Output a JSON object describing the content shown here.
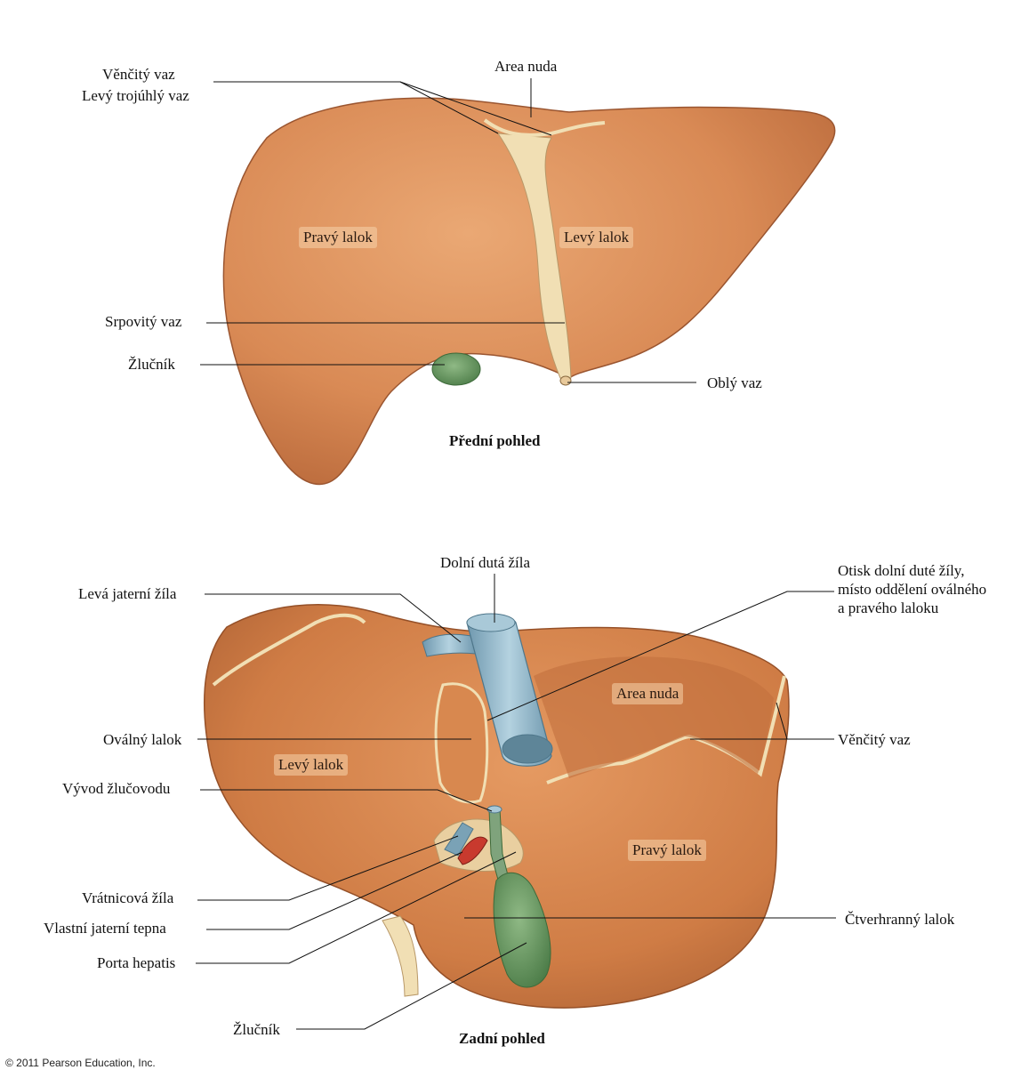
{
  "anterior": {
    "caption": "Přední pohled",
    "labels": {
      "coronary": "Věnčitý vaz",
      "left_triangular": "Levý trojúhlý vaz",
      "area_nuda": "Area nuda",
      "right_lobe": "Pravý lalok",
      "left_lobe": "Levý lalok",
      "falciform": "Srpovitý vaz",
      "gallbladder": "Žlučník",
      "round_ligament": "Oblý vaz"
    }
  },
  "posterior": {
    "caption": "Zadní pohled",
    "labels": {
      "ivc": "Dolní dutá žíla",
      "left_hepatic_vein": "Levá jaterní žíla",
      "ivc_impression": [
        "Otisk dolní duté žíly,",
        "místo oddělení oválného",
        "a pravého laloku"
      ],
      "area_nuda": "Area nuda",
      "coronary": "Věnčitý vaz",
      "caudate": "Oválný lalok",
      "left_lobe": "Levý lalok",
      "bile_duct": "Vývod žlučovodu",
      "right_lobe": "Pravý lalok",
      "portal_vein": "Vrátnicová žíla",
      "hepatic_artery": "Vlastní jaterní tepna",
      "porta_hepatis": "Porta hepatis",
      "quadrate": "Čtverhranný lalok",
      "gallbladder": "Žlučník"
    }
  },
  "copyright": "© 2011 Pearson Education, Inc.",
  "colors": {
    "liver": "#d98a55",
    "liver_dark": "#b8683a",
    "ligament": "#f1dfb4",
    "gallbladder": "#5f8f5a",
    "vein_blue": "#8fb4c8",
    "artery_red": "#c83a2e"
  }
}
